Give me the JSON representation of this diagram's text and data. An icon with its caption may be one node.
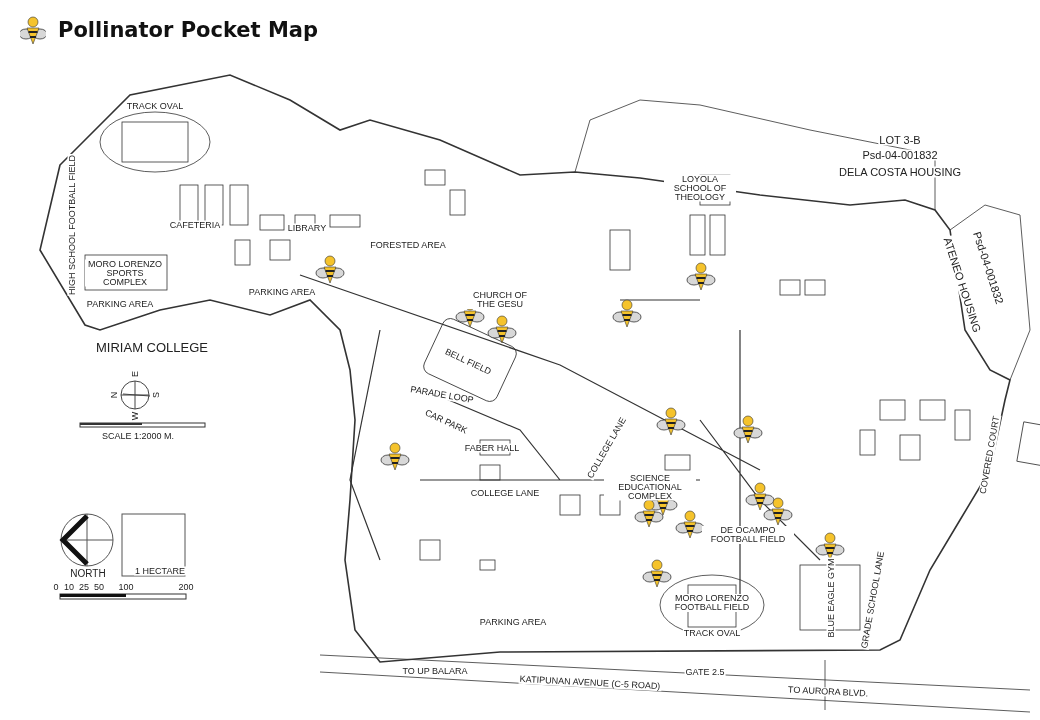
{
  "diagram": {
    "title": "Pollinator Pocket Map",
    "labels": [
      "LOT 3-B",
      "Psd-04-001832",
      "DELA COSTA HOUSING",
      "Psd-04-001832",
      "ATENEO HOUSING",
      "MIRIAM COLLEGE",
      "E",
      "N",
      "S",
      "W",
      "SCALE 1:2000 M.",
      "NORTH",
      "1 HECTARE",
      "0",
      "10",
      "25",
      "50",
      "100",
      "200",
      "TRACK OVAL",
      "HIGH SCHOOL FOOTBALL FIELD",
      "MORO LORENZO SPORTS COMPLEX",
      "PARKING AREA",
      "PARKING AREA",
      "CAFETERIA",
      "LIBRARY",
      "FORESTED AREA",
      "BELL FIELD",
      "CHURCH OF THE GESU",
      "LOYOLA SCHOOL OF THEOLOGY",
      "PARADE LOOP",
      "CAR PARK",
      "FABER HALL",
      "COLLEGE LANE",
      "COLLEGE LANE",
      "SCIENCE EDUCATIONAL COMPLEX",
      "DE OCAMPO FOOTBALL FIELD",
      "MORO LORENZO FOOTBALL FIELD",
      "TRACK OVAL",
      "BLUE EAGLE GYM",
      "PARKING AREA",
      "COVERED COURT",
      "GRADE SCHOOL LANE",
      "TO UP BALARA",
      "KATIPUNAN AVENUE (C-5 ROAD)",
      "GATE 2.5",
      "TO AURORA BLVD."
    ]
  }
}
